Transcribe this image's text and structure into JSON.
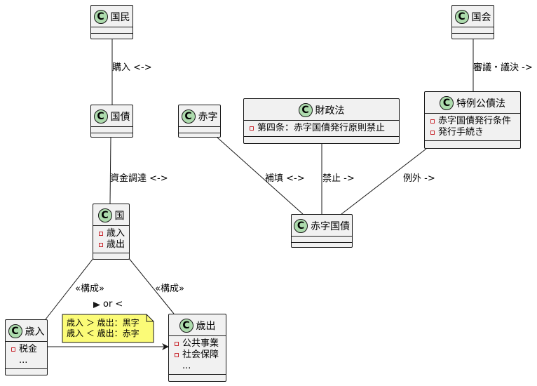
{
  "classes": {
    "kokumin": {
      "name": "国民",
      "badge": "C"
    },
    "kokkai": {
      "name": "国会",
      "badge": "C"
    },
    "kokusai": {
      "name": "国債",
      "badge": "C"
    },
    "akaji": {
      "name": "赤字",
      "badge": "C"
    },
    "zaiseihou": {
      "name": "財政法",
      "badge": "C",
      "attrs": [
        "第四条：赤字国債発行原則禁止"
      ]
    },
    "tokurei": {
      "name": "特例公債法",
      "badge": "C",
      "attrs": [
        "赤字国債発行条件",
        "発行手続き"
      ]
    },
    "kuni": {
      "name": "国",
      "badge": "C",
      "attrs": [
        "歳入",
        "歳出"
      ]
    },
    "akaji_kokusai": {
      "name": "赤字国債",
      "badge": "C"
    },
    "sainyu": {
      "name": "歳入",
      "badge": "C",
      "attrs": [
        "税金"
      ],
      "ellipsis": "..."
    },
    "saishutsu": {
      "name": "歳出",
      "badge": "C",
      "attrs": [
        "公共事業",
        "社会保障"
      ],
      "ellipsis": "..."
    }
  },
  "relations": {
    "purchase": "購入 <->",
    "deliberation": "審議・議決 ->",
    "funding": "資金調達 <->",
    "compensation": "補填 <->",
    "prohibition": "禁止 ->",
    "exception": "例外 ->",
    "composition_left": "«構成»",
    "composition_right": "«構成»",
    "comparison": "or <"
  },
  "note": {
    "line1": "歳入 ＞ 歳出：黒字",
    "line2": "歳入 ＜ 歳出：赤字",
    "fill": "#fbfb77",
    "border": "#181818"
  },
  "colors": {
    "class_fill": "#f1f1f1",
    "badge_fill": "#addbad",
    "line": "#181818",
    "visibility_marker": "#c82930"
  }
}
